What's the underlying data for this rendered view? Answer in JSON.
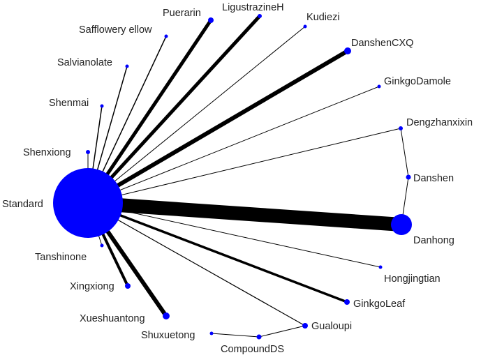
{
  "network": {
    "colors": {
      "node": "#0000ff",
      "edge": "#000000",
      "label": "#222222"
    },
    "nodes": [
      {
        "id": "Standard",
        "label": "Standard"
      },
      {
        "id": "Puerarin",
        "label": "Puerarin"
      },
      {
        "id": "LigustrazineH",
        "label": "LigustrazineH"
      },
      {
        "id": "Kudiezi",
        "label": "Kudiezi"
      },
      {
        "id": "Safflowery",
        "label": "Safflowery ellow"
      },
      {
        "id": "DanshenCXQ",
        "label": "DanshenCXQ"
      },
      {
        "id": "Salvianolate",
        "label": "Salvianolate"
      },
      {
        "id": "GinkgoDamole",
        "label": "GinkgoDamole"
      },
      {
        "id": "Shenmai",
        "label": "Shenmai"
      },
      {
        "id": "Dengzhanxixin",
        "label": "Dengzhanxixin"
      },
      {
        "id": "Shenxiong",
        "label": "Shenxiong"
      },
      {
        "id": "Danshen",
        "label": "Danshen"
      },
      {
        "id": "Danhong",
        "label": "Danhong"
      },
      {
        "id": "Tanshinone",
        "label": "Tanshinone"
      },
      {
        "id": "Hongjingtian",
        "label": "Hongjingtian"
      },
      {
        "id": "Xingxiong",
        "label": "Xingxiong"
      },
      {
        "id": "GinkgoLeaf",
        "label": "GinkgoLeaf"
      },
      {
        "id": "Xueshuantong",
        "label": "Xueshuantong"
      },
      {
        "id": "Gualoupi",
        "label": "Gualoupi"
      },
      {
        "id": "Shuxuetong",
        "label": "Shuxuetong"
      },
      {
        "id": "CompoundDS",
        "label": "CompoundDS"
      }
    ],
    "edges": [
      {
        "from": "Standard",
        "to": "Puerarin"
      },
      {
        "from": "Standard",
        "to": "LigustrazineH"
      },
      {
        "from": "Standard",
        "to": "Kudiezi"
      },
      {
        "from": "Standard",
        "to": "Safflowery"
      },
      {
        "from": "Standard",
        "to": "DanshenCXQ"
      },
      {
        "from": "Standard",
        "to": "Salvianolate"
      },
      {
        "from": "Standard",
        "to": "GinkgoDamole"
      },
      {
        "from": "Standard",
        "to": "Shenmai"
      },
      {
        "from": "Standard",
        "to": "Dengzhanxixin"
      },
      {
        "from": "Standard",
        "to": "Shenxiong"
      },
      {
        "from": "Standard",
        "to": "Danhong"
      },
      {
        "from": "Standard",
        "to": "Tanshinone"
      },
      {
        "from": "Standard",
        "to": "Hongjingtian"
      },
      {
        "from": "Standard",
        "to": "Xingxiong"
      },
      {
        "from": "Standard",
        "to": "GinkgoLeaf"
      },
      {
        "from": "Standard",
        "to": "Xueshuantong"
      },
      {
        "from": "Standard",
        "to": "Gualoupi"
      },
      {
        "from": "Dengzhanxixin",
        "to": "Danshen"
      },
      {
        "from": "Danshen",
        "to": "Danhong"
      },
      {
        "from": "Gualoupi",
        "to": "CompoundDS"
      },
      {
        "from": "CompoundDS",
        "to": "Shuxuetong"
      }
    ]
  }
}
